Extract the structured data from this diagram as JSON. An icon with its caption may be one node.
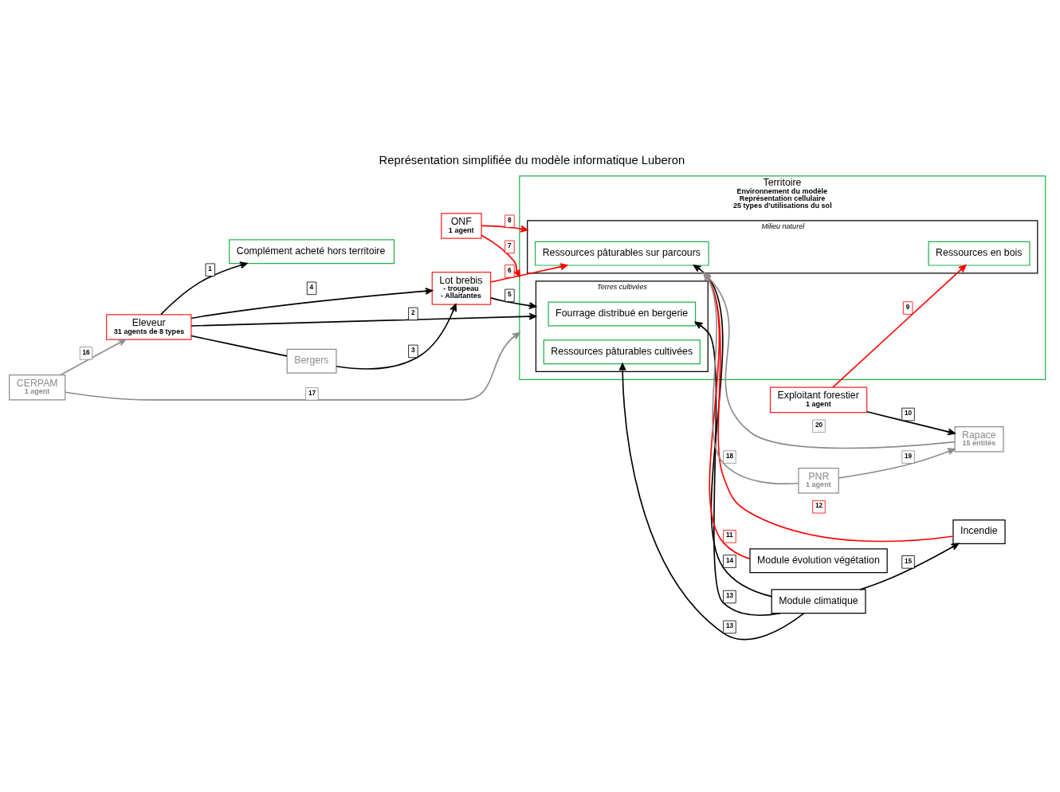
{
  "diagram": {
    "title": "Représentation simplifiée du modèle informatique Luberon",
    "nodes": [
      {
        "text": [
          "Complément acheté hors territoire"
        ]
      },
      {
        "text": [
          "Territoire",
          "Environnement du modèle",
          "Représentation cellulaire",
          "25 types d’utilisations du sol"
        ]
      },
      {
        "text": [
          "Terres cultivées"
        ],
        "in": 1
      },
      {
        "text": [
          "Fourrage distribué en bergerie"
        ],
        "in": 2
      },
      {
        "text": [
          "Ressources pâturables cultivées"
        ],
        "in": 2
      },
      {
        "text": [
          "Milieu naturel"
        ],
        "in": 1
      },
      {
        "text": [
          "Ressources pâturables sur parcours"
        ],
        "in": 5
      },
      {
        "text": [
          "Ressources en bois"
        ],
        "in": 5
      },
      {
        "text": [
          "Module climatique"
        ]
      },
      {
        "text": [
          "Eleveur",
          "31 agents de 8 types"
        ]
      },
      {
        "text": [
          "Bergers"
        ]
      },
      {
        "text": [
          "Incendie"
        ]
      },
      {
        "text": [
          "Module évolution végétation"
        ]
      },
      {
        "text": [
          "Lot brebis",
          "- troupeau",
          "- Allaitantes"
        ]
      },
      {
        "text": [
          "Rapace",
          "15 entités"
        ]
      },
      {
        "text": [
          "CERPAM",
          "1 agent"
        ]
      },
      {
        "text": [
          "ONF",
          "1 agent"
        ]
      },
      {
        "text": [
          "Exploitant forestier",
          "1 agent"
        ]
      },
      {
        "text": [
          "PNR",
          "1 agent"
        ]
      }
    ],
    "edges": [
      {
        "from": 9,
        "to": 0,
        "arrow": "to",
        "label": "1"
      },
      {
        "from": 9,
        "to": 2,
        "arrow": "to",
        "label": "2"
      },
      {
        "from": 9,
        "to": 10,
        "arrow": "none"
      },
      {
        "from": 10,
        "to": 13,
        "arrow": "to",
        "label": "3"
      },
      {
        "from": 9,
        "to": 13,
        "arrow": "to",
        "label": "4"
      },
      {
        "from": 13,
        "to": 2,
        "arrow": "to",
        "label": "5"
      },
      {
        "from": 13,
        "to": 6,
        "arrow": "to",
        "label": "6",
        "color": "#ff0000"
      },
      {
        "from": 16,
        "to": 1,
        "arrow": "to",
        "label": "7",
        "color": "#ff0000"
      },
      {
        "from": 16,
        "to": 5,
        "arrow": "to",
        "label": "8",
        "color": "#ff0000"
      },
      {
        "from": 17,
        "to": 7,
        "arrow": "to",
        "label": "9",
        "color": "#ff0000"
      },
      {
        "from": 17,
        "to": 14,
        "arrow": "to",
        "label": "10"
      },
      {
        "from": 12,
        "to": 5,
        "arrow": "to",
        "label": "11",
        "color": "#ff0000"
      },
      {
        "from": 11,
        "to": 5,
        "arrow": "to",
        "label": "12",
        "color": "#ff0000"
      },
      {
        "from": 8,
        "to": 3,
        "arrow": "to",
        "label": "13"
      },
      {
        "from": 8,
        "to": 4,
        "arrow": "to",
        "label": "13"
      },
      {
        "from": 8,
        "to": 6,
        "arrow": "to",
        "label": "14"
      },
      {
        "from": 8,
        "to": 11,
        "arrow": "to",
        "label": "15"
      },
      {
        "from": 15,
        "to": 9,
        "arrow": "to",
        "label": "16",
        "color": "#8c8c8c"
      },
      {
        "from": 15,
        "to": 1,
        "arrow": "to",
        "label": "17",
        "color": "#8c8c8c"
      },
      {
        "from": 18,
        "to": 5,
        "arrow": "to",
        "label": "18",
        "color": "#8c8c8c"
      },
      {
        "from": 18,
        "to": 14,
        "arrow": "to",
        "label": "19",
        "color": "#8c8c8c"
      },
      {
        "from": 14,
        "to": 5,
        "arrow": "to",
        "label": "20",
        "color": "#8c8c8c"
      }
    ]
  }
}
